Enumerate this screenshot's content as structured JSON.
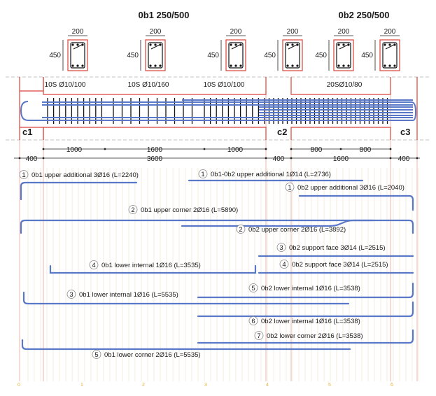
{
  "titles": {
    "beam1": "0b1 250/500",
    "beam2": "0b2 250/500"
  },
  "section": {
    "width": "200",
    "height": "450"
  },
  "stirrups": {
    "s1": "10S Ø10/100",
    "s2": "10S Ø10/160",
    "s3": "10S Ø10/100",
    "s4": "20SØ10/80"
  },
  "columns": {
    "c1": "c1",
    "c2": "c2",
    "c3": "c3"
  },
  "dims": {
    "row1": [
      "1000",
      "1600",
      "1000",
      "800",
      "1600",
      "800"
    ],
    "row2": [
      "400",
      "3600",
      "400",
      "400"
    ]
  },
  "grid_numbers": [
    "0",
    "1",
    "2",
    "3",
    "4",
    "5",
    "6"
  ],
  "bars": [
    {
      "num": "1",
      "text": "0b1 upper additional 3Ø16 (L=2240)"
    },
    {
      "num": "1",
      "text": "0b1-0b2 upper additional 1Ø14 (L=2736)"
    },
    {
      "num": "1",
      "text": "0b2 upper additional 3Ø16 (L=2040)"
    },
    {
      "num": "2",
      "text": "0b1 upper corner 2Ø16 (L=5890)"
    },
    {
      "num": "2",
      "text": "0b2 upper corner 2Ø16 (L=3892)"
    },
    {
      "num": "3",
      "text": "0b2 support face 3Ø14 (L=2515)"
    },
    {
      "num": "4",
      "text": "0b1 lower  internal 1Ø16 (L=3535)"
    },
    {
      "num": "4",
      "text": "0b2 support face 3Ø14 (L=2515)"
    },
    {
      "num": "5",
      "text": "0b2 lower  internal 1Ø16 (L=3538)"
    },
    {
      "num": "3",
      "text": "0b1 lower  internal 1Ø16 (L=5535)"
    },
    {
      "num": "6",
      "text": "0b2 lower  internal 1Ø16 (L=3538)"
    },
    {
      "num": "7",
      "text": "0b2 lower  corner 2Ø16 (L=3538)"
    },
    {
      "num": "5",
      "text": "0b1 lower  corner 2Ø16 (L=5535)"
    }
  ],
  "colors": {
    "rebar": "#5a78c8",
    "outline": "#d9423a",
    "grid": "#f0c9a0",
    "gridnum": "#e3b23c"
  }
}
